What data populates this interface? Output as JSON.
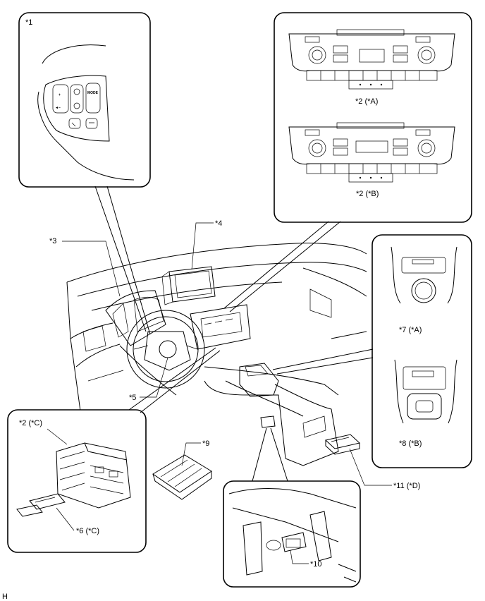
{
  "labels": {
    "l1": "*1",
    "l2a": "*2 (*A)",
    "l2b": "*2 (*B)",
    "l2c": "*2 (*C)",
    "l3": "*3",
    "l4": "*4",
    "l5": "*5",
    "l6": "*6 (*C)",
    "l7": "*7 (*A)",
    "l8": "*8 (*B)",
    "l9": "*9",
    "l10": "*10",
    "l11": "*11 (*D)"
  },
  "switch_labels": {
    "plus": "+",
    "minus": "◄–",
    "mode": "MODE"
  },
  "corner_mark": "H"
}
